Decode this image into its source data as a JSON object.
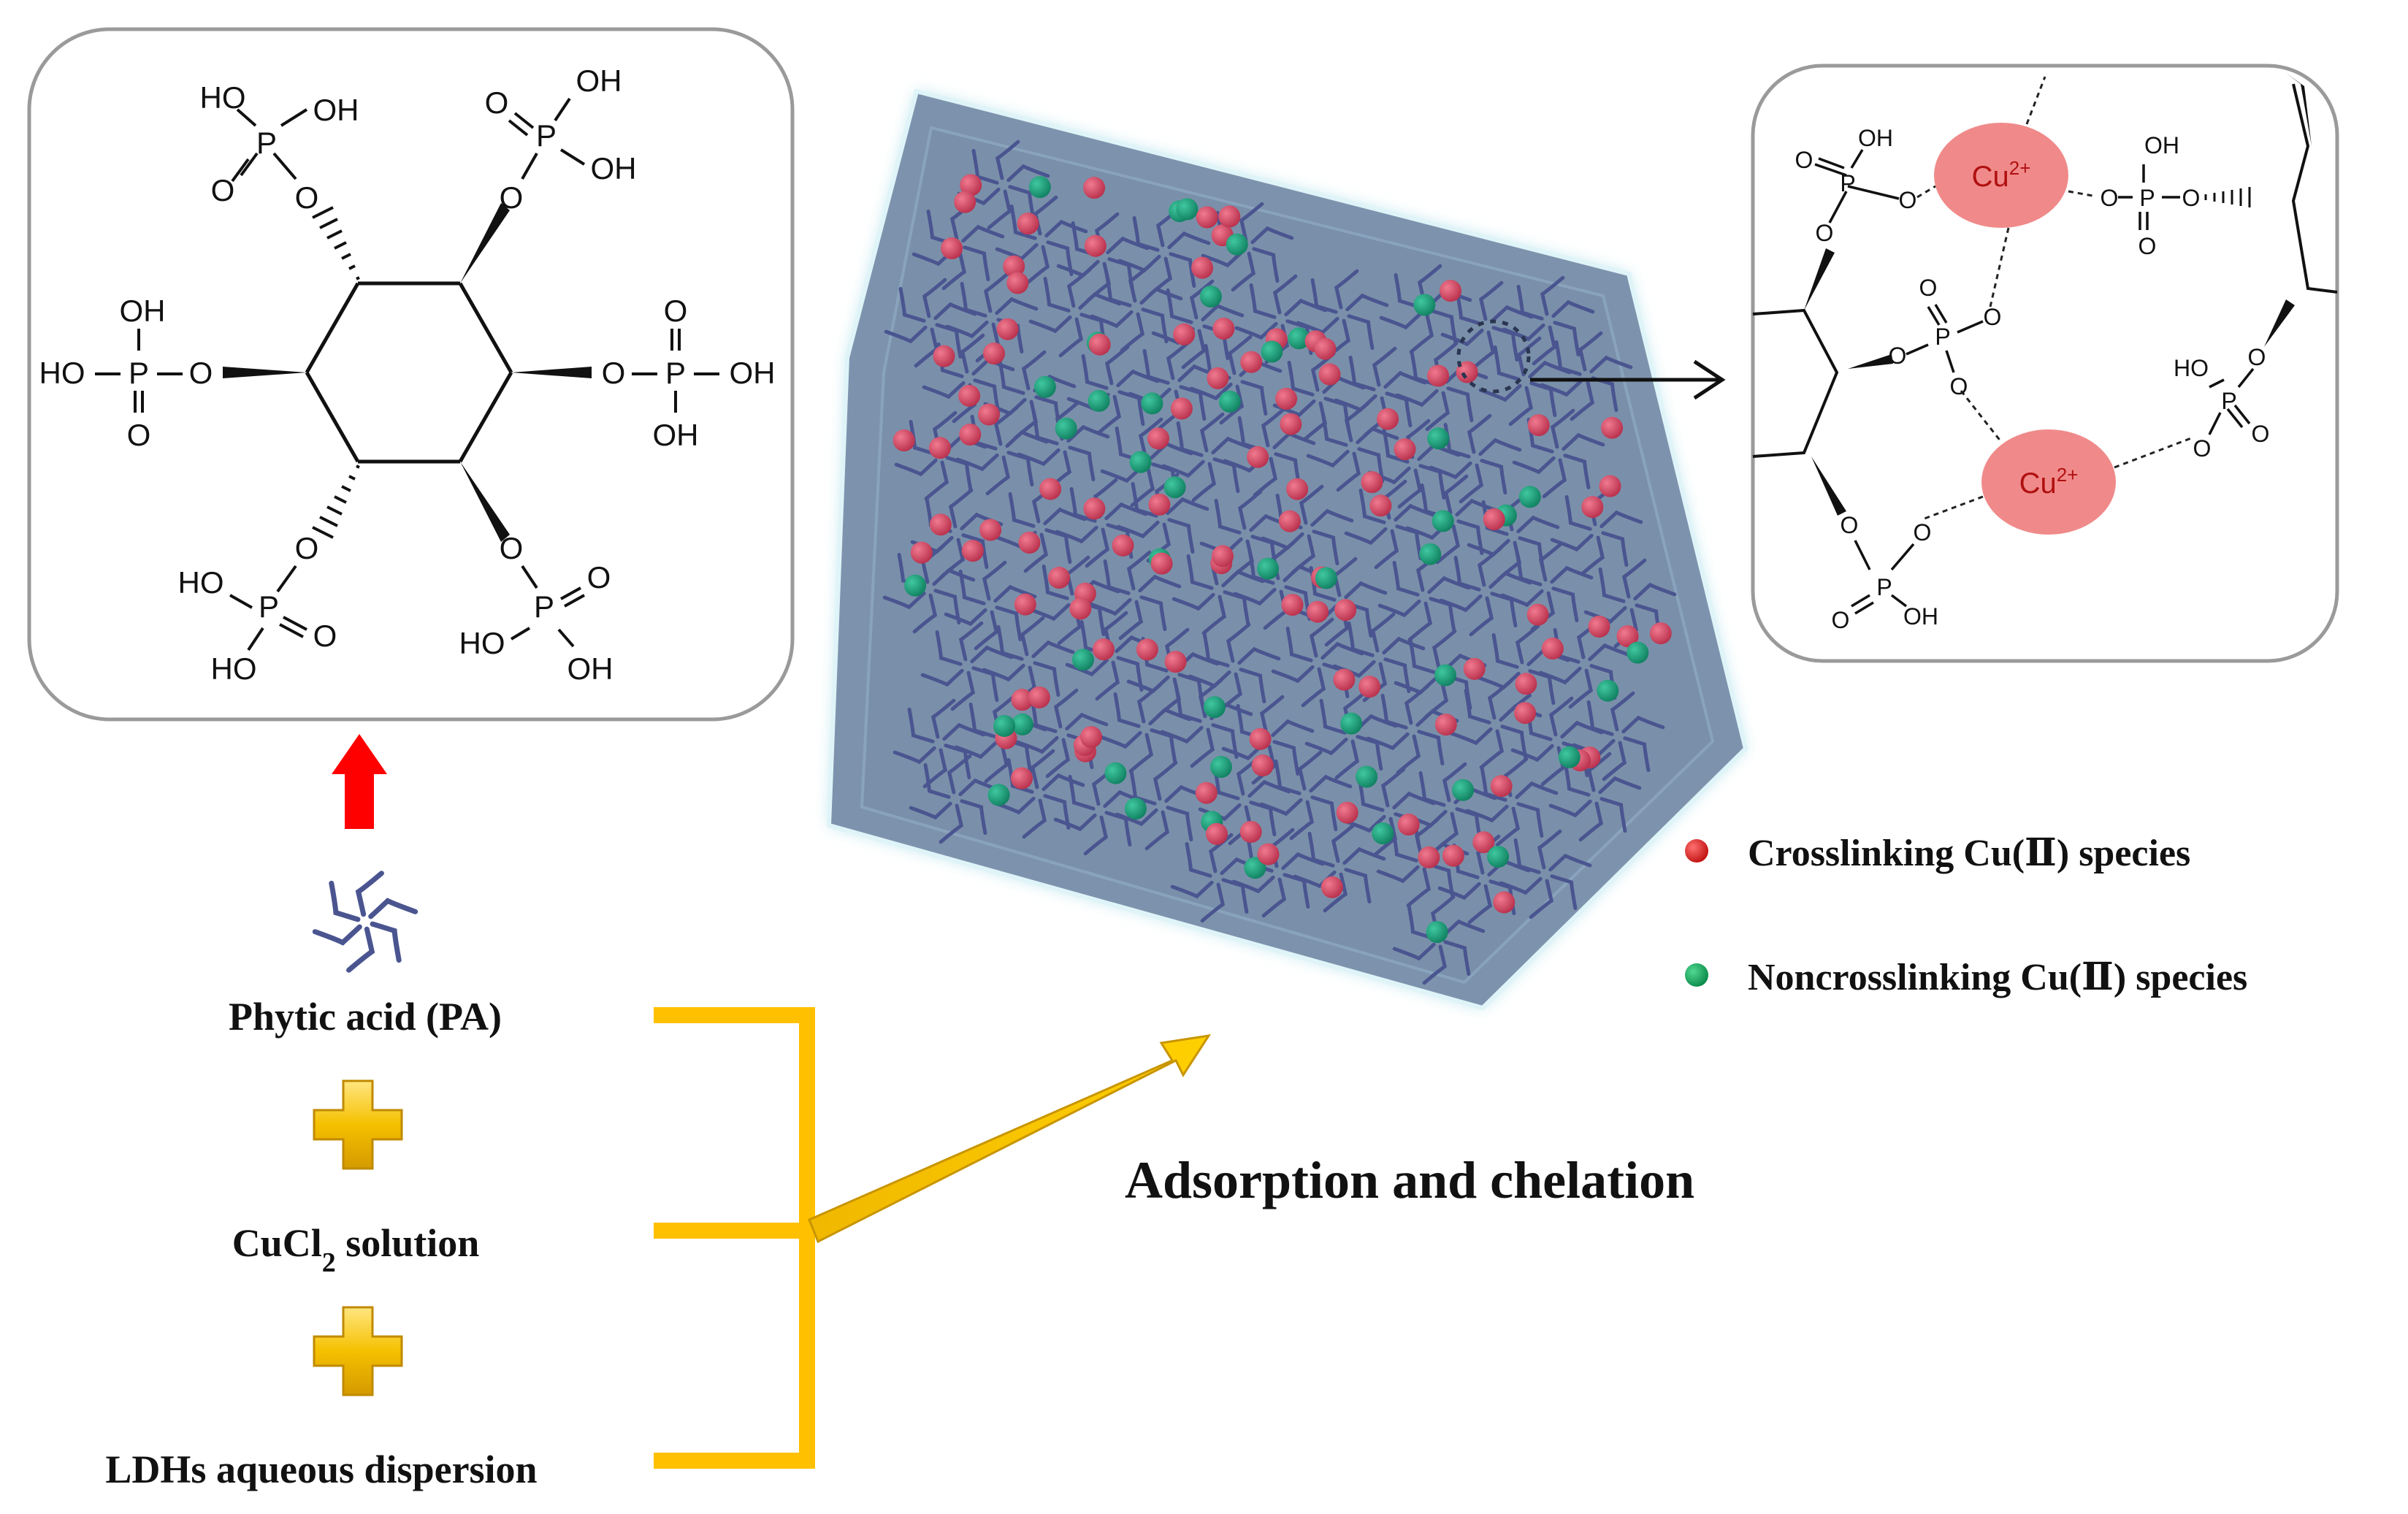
{
  "labels": {
    "phytic_acid": "Phytic acid (PA)",
    "cucl2_main": "CuCl",
    "cucl2_sub": "2",
    "cucl2_rest": " solution",
    "ldhs": "LDHs aqueous dispersion",
    "adsorption": "Adsorption and chelation",
    "legend_crosslinking": "Crosslinking  Cu(Ⅱ) species",
    "legend_noncrosslinking": "Noncrosslinking  Cu(Ⅱ) species"
  },
  "chem": {
    "ho": "HO",
    "oh": "OH",
    "o": "O",
    "p": "P",
    "cu_ion": "Cu",
    "cu_charge": "2+"
  },
  "colors": {
    "arrow_red": "#ff0000",
    "bracket_yellow": "#ffc000",
    "plus_yellow": "#f2c010",
    "hexagon_fill": "#7d93ad",
    "hexagon_inner": "#7a90aa",
    "hexagon_glow": "#bfe6ee",
    "molecule": "#4a5590",
    "crosslink_dot": "#c83c58",
    "noncrosslink_dot": "#1a9a7a",
    "cu_ellipse": "#f08a8a",
    "legend_red": "#e02020",
    "legend_green": "#18a060"
  }
}
